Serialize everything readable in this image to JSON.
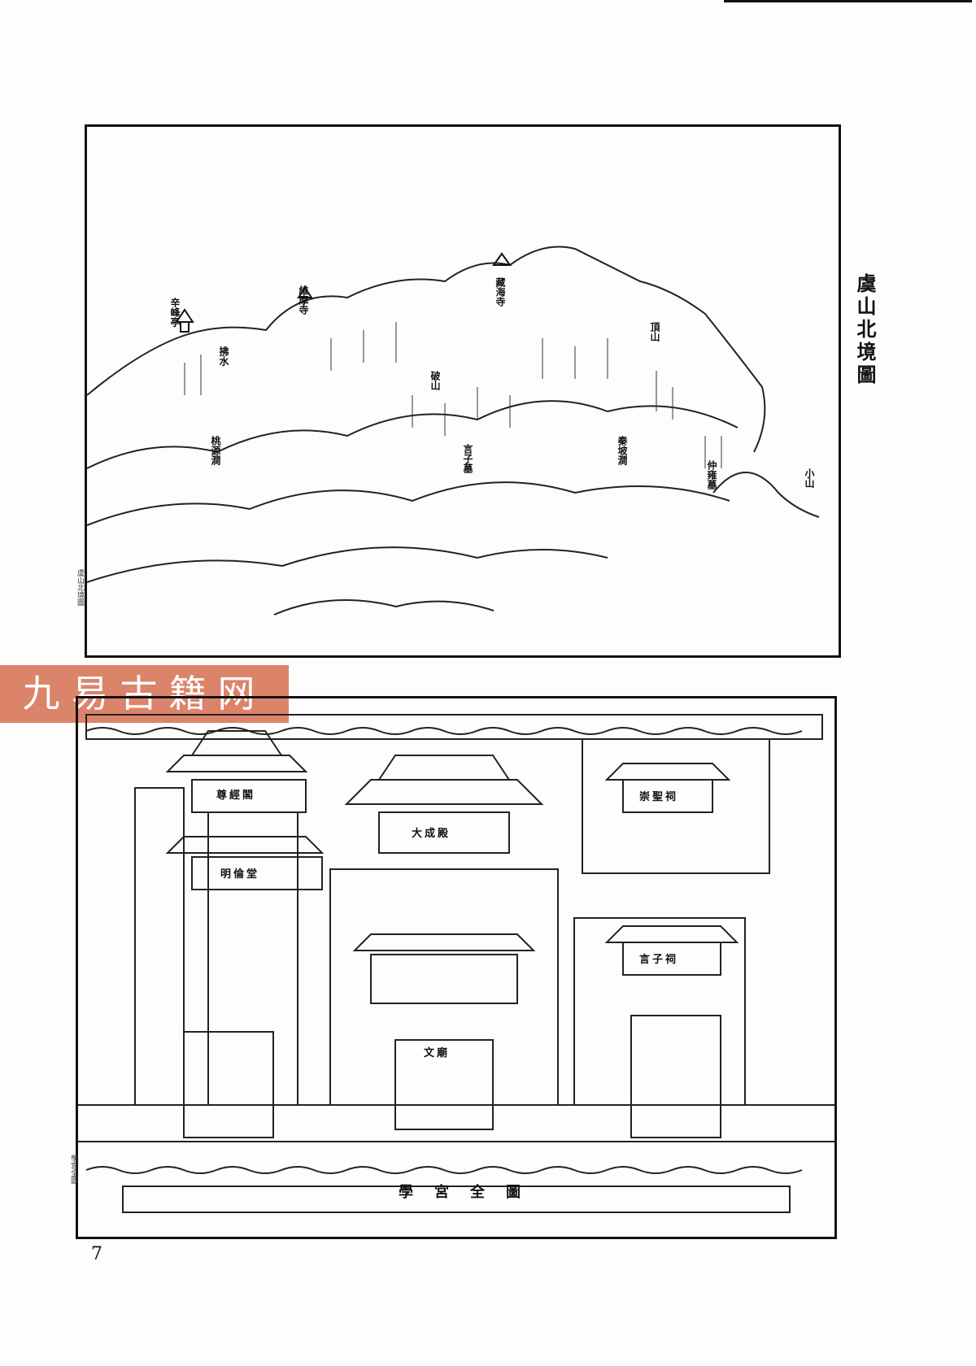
{
  "page": {
    "number": "7",
    "watermark": "九易古籍网"
  },
  "map_top": {
    "title": "虞山北境圖",
    "labels": [
      "辛峰亭",
      "維摩寺",
      "藏海寺",
      "頂山",
      "小山",
      "拂水",
      "破山",
      "桃源澗",
      "秦坡澗",
      "言子墓",
      "仲雍墓"
    ],
    "side_note": "虞山北境圖"
  },
  "map_bottom": {
    "caption": "學宮全圖",
    "building_labels": [
      "尊經閣",
      "明倫堂",
      "大成殿",
      "崇聖祠",
      "言子祠",
      "文廟"
    ],
    "side_note": "學宮全圖"
  }
}
